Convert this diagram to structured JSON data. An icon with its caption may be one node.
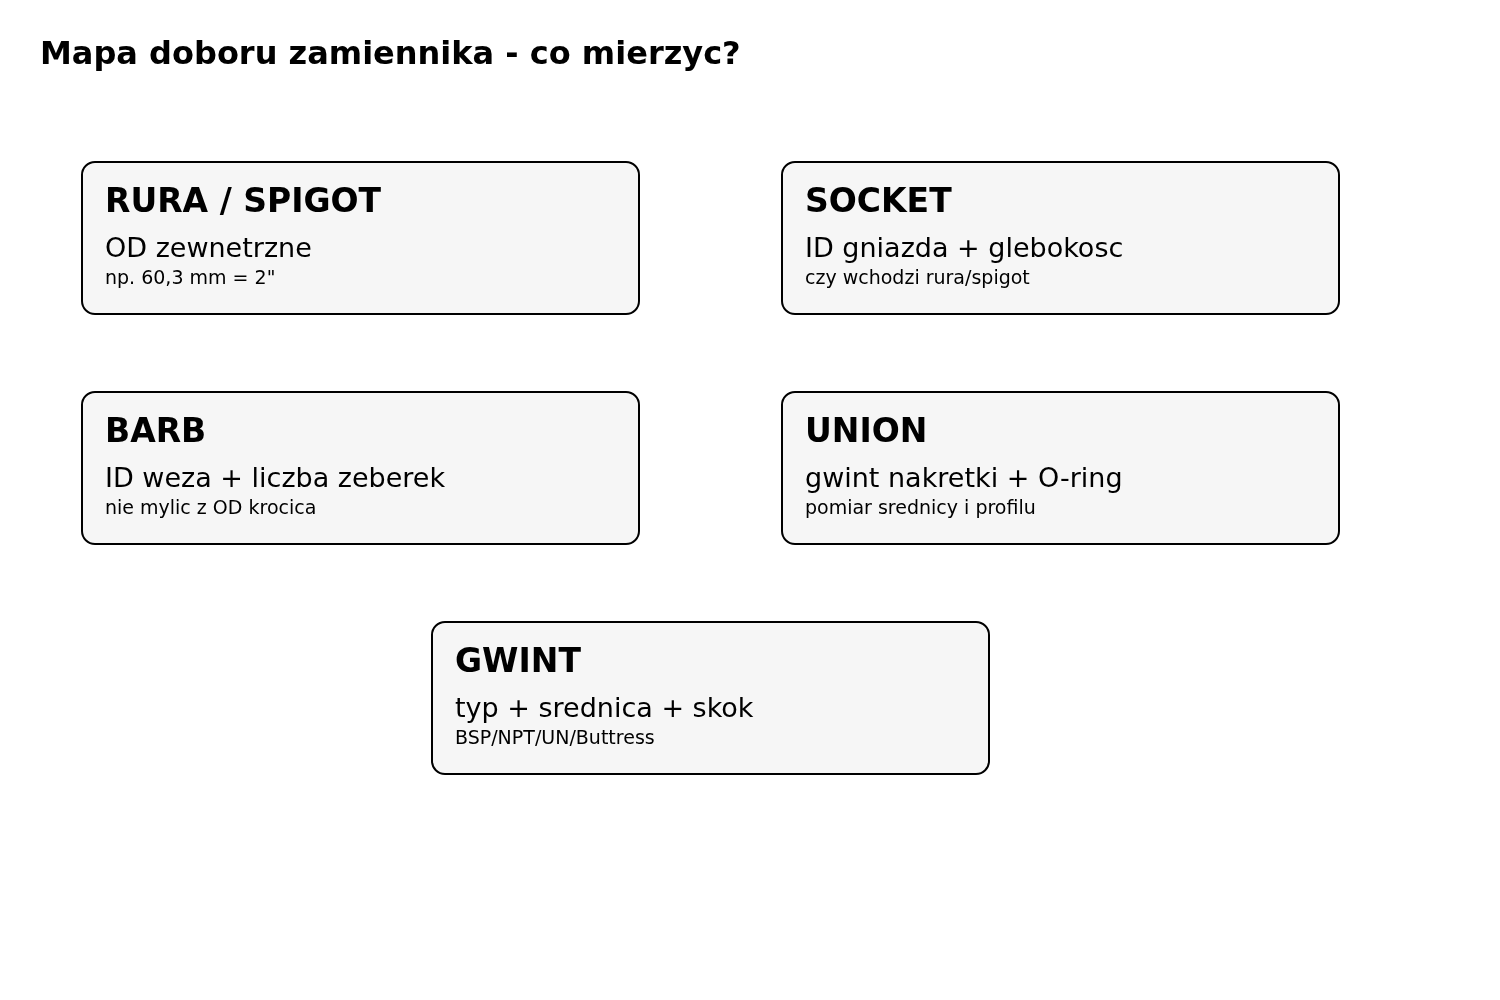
{
  "diagram": {
    "title": "Mapa doboru zamiennika - co mierzyc?",
    "nodes": [
      {
        "text": [
          "RURA / SPIGOT",
          "OD zewnetrzne",
          "np. 60,3 mm = 2\""
        ]
      },
      {
        "text": [
          "SOCKET",
          "ID gniazda + glebokosc",
          "czy wchodzi rura/spigot"
        ]
      },
      {
        "text": [
          "BARB",
          "ID weza + liczba zeberek",
          "nie mylic z OD krocica"
        ]
      },
      {
        "text": [
          "UNION",
          "gwint nakretki + O-ring",
          "pomiar srednicy i profilu"
        ]
      },
      {
        "text": [
          "GWINT",
          "typ + srednica + skok",
          "BSP/NPT/UN/Buttress"
        ]
      }
    ]
  }
}
